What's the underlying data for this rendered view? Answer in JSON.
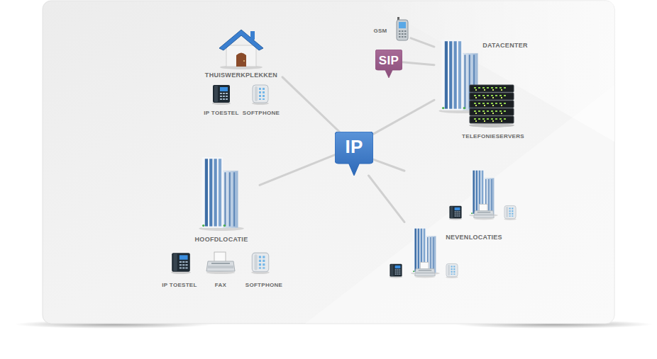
{
  "diagram": {
    "nodes": [
      {
        "text": [
          "THUISWERKPLEKKEN"
        ]
      },
      {
        "text": [
          "GSM"
        ]
      },
      {
        "text": [
          "SIP"
        ]
      },
      {
        "text": [
          "DATACENTER"
        ]
      },
      {
        "text": [
          "IP"
        ]
      },
      {
        "text": [
          "HOOFDLOCATIE"
        ]
      },
      {
        "text": [
          "NEVENLOCATIES"
        ]
      }
    ],
    "edges": [
      {
        "from": 4,
        "to": 0,
        "arrow": "none"
      },
      {
        "from": 1,
        "to": 3,
        "arrow": "none"
      },
      {
        "from": 2,
        "to": 3,
        "arrow": "none"
      },
      {
        "from": 4,
        "to": 3,
        "arrow": "none"
      },
      {
        "from": 4,
        "to": 5,
        "arrow": "none"
      },
      {
        "from": 4,
        "to": 6,
        "arrow": "none"
      },
      {
        "from": 4,
        "to": 6,
        "arrow": "none"
      }
    ],
    "labels": [
      "IP TOESTEL",
      "SOFTPHONE",
      "TELEFONIESERVERS",
      "IP TOESTEL",
      "FAX",
      "SOFTPHONE"
    ]
  }
}
